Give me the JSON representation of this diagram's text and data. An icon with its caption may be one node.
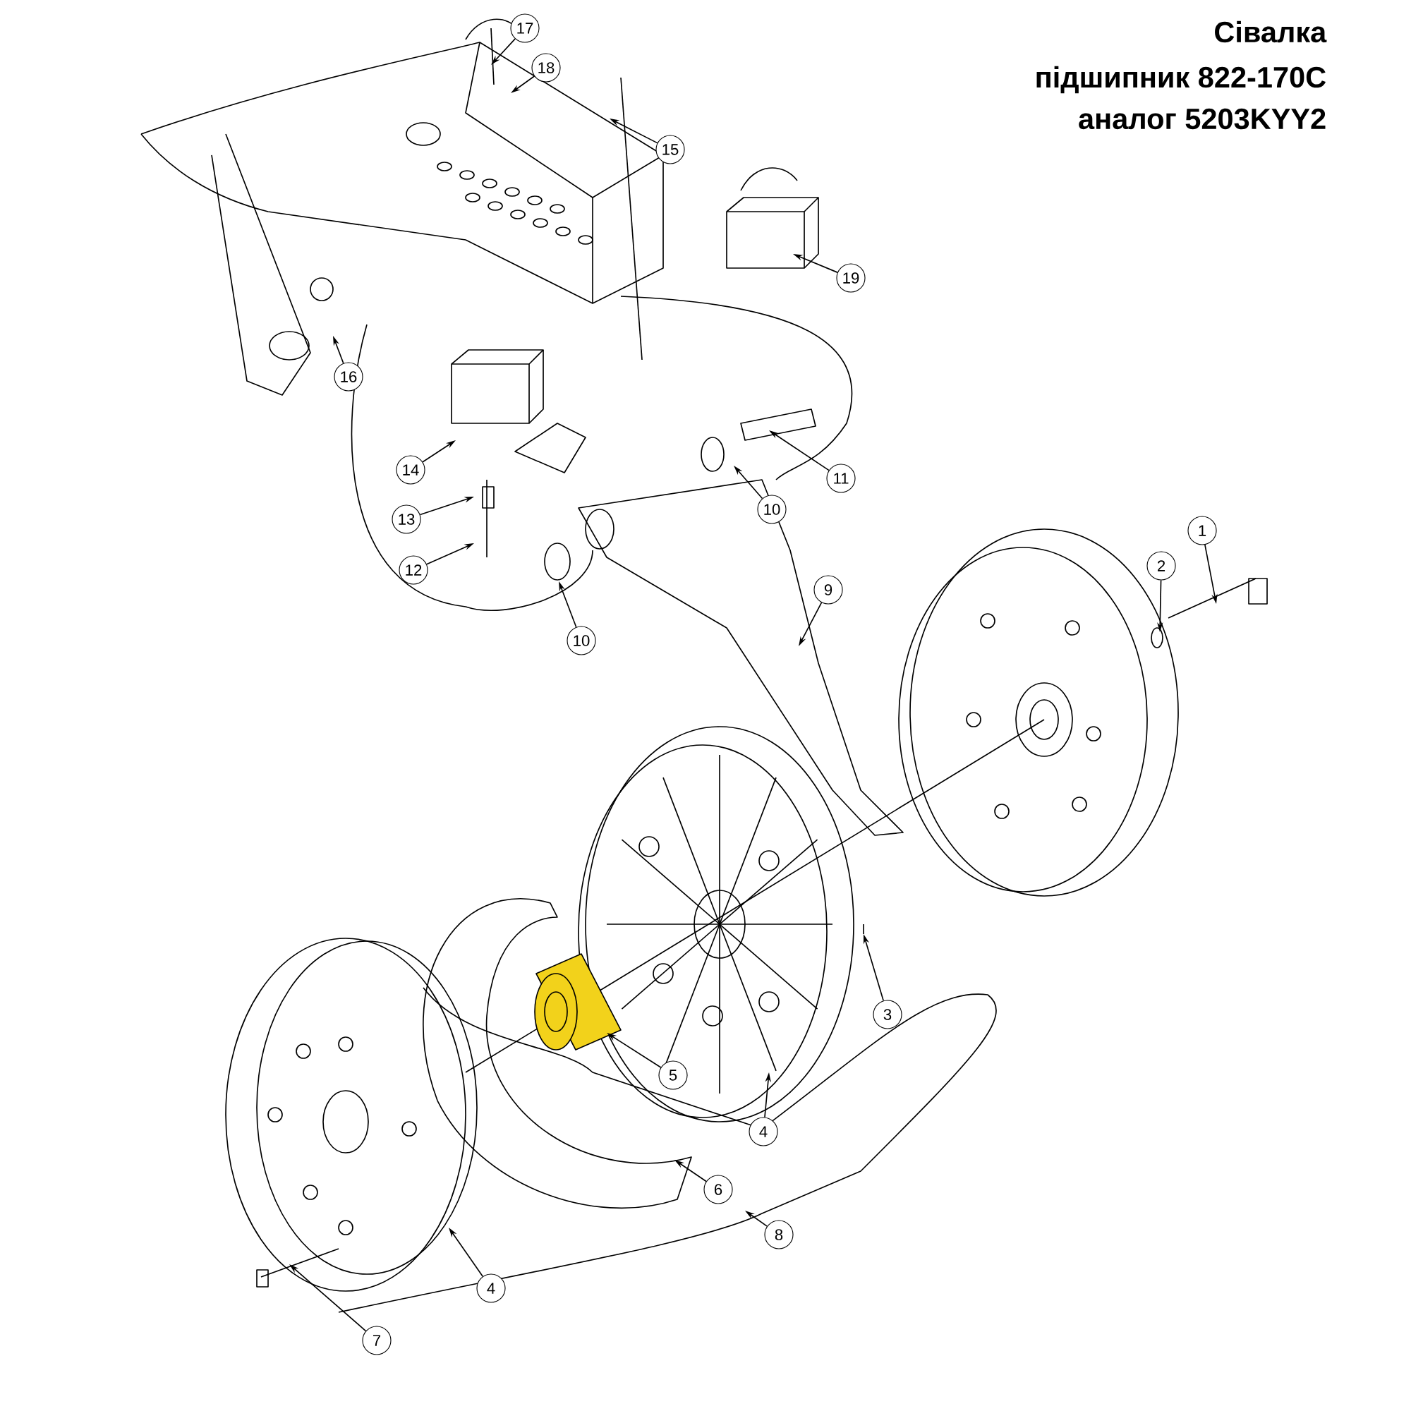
{
  "diagram": {
    "title": "Сівалка",
    "nodes": [
      {
        "text": [
          "17"
        ]
      },
      {
        "text": [
          "18"
        ]
      },
      {
        "text": [
          "15"
        ]
      },
      {
        "text": [
          "19"
        ]
      },
      {
        "text": [
          "16"
        ]
      },
      {
        "text": [
          "14"
        ]
      },
      {
        "text": [
          "11"
        ]
      },
      {
        "text": [
          "13"
        ]
      },
      {
        "text": [
          "10"
        ]
      },
      {
        "text": [
          "12"
        ]
      },
      {
        "text": [
          "10"
        ]
      },
      {
        "text": [
          "1"
        ]
      },
      {
        "text": [
          "2"
        ]
      },
      {
        "text": [
          "9"
        ]
      },
      {
        "text": [
          "3"
        ]
      },
      {
        "text": [
          "5"
        ]
      },
      {
        "text": [
          "4"
        ]
      },
      {
        "text": [
          "6"
        ]
      },
      {
        "text": [
          "8"
        ]
      },
      {
        "text": [
          "4"
        ]
      },
      {
        "text": [
          "7"
        ]
      }
    ],
    "edges": [
      {
        "from": 0,
        "to": null,
        "arrow": "to"
      },
      {
        "from": 1,
        "to": null,
        "arrow": "to"
      },
      {
        "from": 2,
        "to": null,
        "arrow": "to"
      },
      {
        "from": 3,
        "to": null,
        "arrow": "to"
      },
      {
        "from": 4,
        "to": null,
        "arrow": "to"
      },
      {
        "from": 5,
        "to": null,
        "arrow": "to"
      },
      {
        "from": 6,
        "to": null,
        "arrow": "to"
      },
      {
        "from": 7,
        "to": null,
        "arrow": "to"
      },
      {
        "from": 8,
        "to": null,
        "arrow": "to"
      },
      {
        "from": 9,
        "to": null,
        "arrow": "to"
      },
      {
        "from": 10,
        "to": null,
        "arrow": "to"
      },
      {
        "from": 11,
        "to": null,
        "arrow": "to"
      },
      {
        "from": 12,
        "to": null,
        "arrow": "to"
      },
      {
        "from": 13,
        "to": null,
        "arrow": "to"
      },
      {
        "from": 14,
        "to": null,
        "arrow": "to"
      },
      {
        "from": 15,
        "to": null,
        "arrow": "to"
      },
      {
        "from": 16,
        "to": null,
        "arrow": "to"
      },
      {
        "from": 17,
        "to": null,
        "arrow": "to"
      },
      {
        "from": 18,
        "to": null,
        "arrow": "to"
      },
      {
        "from": 19,
        "to": null,
        "arrow": "to"
      },
      {
        "from": 20,
        "to": null,
        "arrow": "to"
      }
    ],
    "labels": [
      "підшипник 822-170C",
      "аналог 5203KYY2"
    ]
  }
}
